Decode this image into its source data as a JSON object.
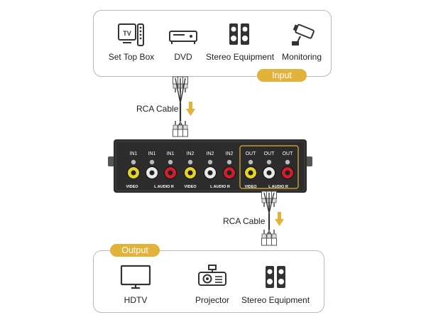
{
  "input": {
    "tag": "Input",
    "devices": [
      {
        "label": "Set Top Box",
        "icon": "tv-remote-icon"
      },
      {
        "label": "DVD",
        "icon": "dvd-player-icon"
      },
      {
        "label": "Stereo Equipment",
        "icon": "speakers-icon"
      },
      {
        "label": "Monitoring",
        "icon": "security-camera-icon"
      }
    ]
  },
  "output": {
    "tag": "Output",
    "devices": [
      {
        "label": "HDTV",
        "icon": "hdtv-icon"
      },
      {
        "label": "Projector",
        "icon": "projector-icon"
      },
      {
        "label": "Stereo Equipment",
        "icon": "speakers-icon"
      }
    ]
  },
  "cables": {
    "top_label": "RCA Cable",
    "bottom_label": "RCA Cable"
  },
  "switch_box": {
    "input_labels": [
      "IN1",
      "IN1",
      "IN1",
      "IN2",
      "IN2",
      "IN2"
    ],
    "output_labels": [
      "OUT",
      "OUT",
      "OUT"
    ],
    "bottom_labels": [
      "VIDEO",
      "L AUDIO R",
      "VIDEO",
      "L AUDIO R",
      "VIDEO",
      "L AUDIO R"
    ]
  },
  "colors": {
    "accent": "#e2b33a",
    "video": "#e6d22c",
    "audio_left": "#e9e9e9",
    "audio_right": "#d02030",
    "box": "#2c2c2c",
    "border": "#b9b9b9"
  }
}
